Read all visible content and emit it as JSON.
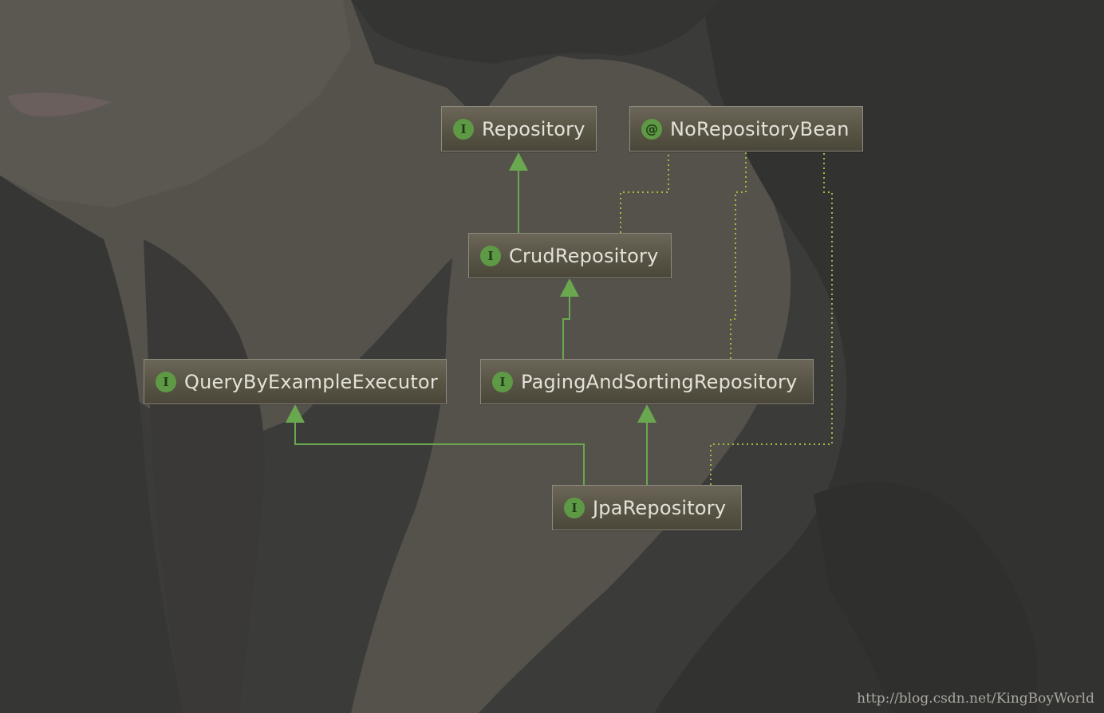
{
  "diagram": {
    "nodes": [
      {
        "id": "repository",
        "kind": "interface",
        "badge": "I",
        "label": "Repository"
      },
      {
        "id": "no-repository-bean",
        "kind": "annotation",
        "badge": "@",
        "label": "NoRepositoryBean"
      },
      {
        "id": "crud-repository",
        "kind": "interface",
        "badge": "I",
        "label": "CrudRepository"
      },
      {
        "id": "query-by-example-executor",
        "kind": "interface",
        "badge": "I",
        "label": "QueryByExampleExecutor"
      },
      {
        "id": "paging-and-sorting-repository",
        "kind": "interface",
        "badge": "I",
        "label": "PagingAndSortingRepository"
      },
      {
        "id": "jpa-repository",
        "kind": "interface",
        "badge": "I",
        "label": "JpaRepository"
      }
    ],
    "edges": [
      {
        "from": "crud-repository",
        "to": "repository",
        "type": "extends"
      },
      {
        "from": "paging-and-sorting-repository",
        "to": "crud-repository",
        "type": "extends"
      },
      {
        "from": "jpa-repository",
        "to": "paging-and-sorting-repository",
        "type": "extends"
      },
      {
        "from": "jpa-repository",
        "to": "query-by-example-executor",
        "type": "extends"
      },
      {
        "from": "crud-repository",
        "to": "no-repository-bean",
        "type": "annotated"
      },
      {
        "from": "paging-and-sorting-repository",
        "to": "no-repository-bean",
        "type": "annotated"
      },
      {
        "from": "jpa-repository",
        "to": "no-repository-bean",
        "type": "annotated"
      }
    ]
  },
  "colors": {
    "extends_line": "#6aa84f",
    "annotation_line": "#a8b840",
    "badge": "#5e9a45"
  },
  "watermark": "http://blog.csdn.net/KingBoyWorld"
}
